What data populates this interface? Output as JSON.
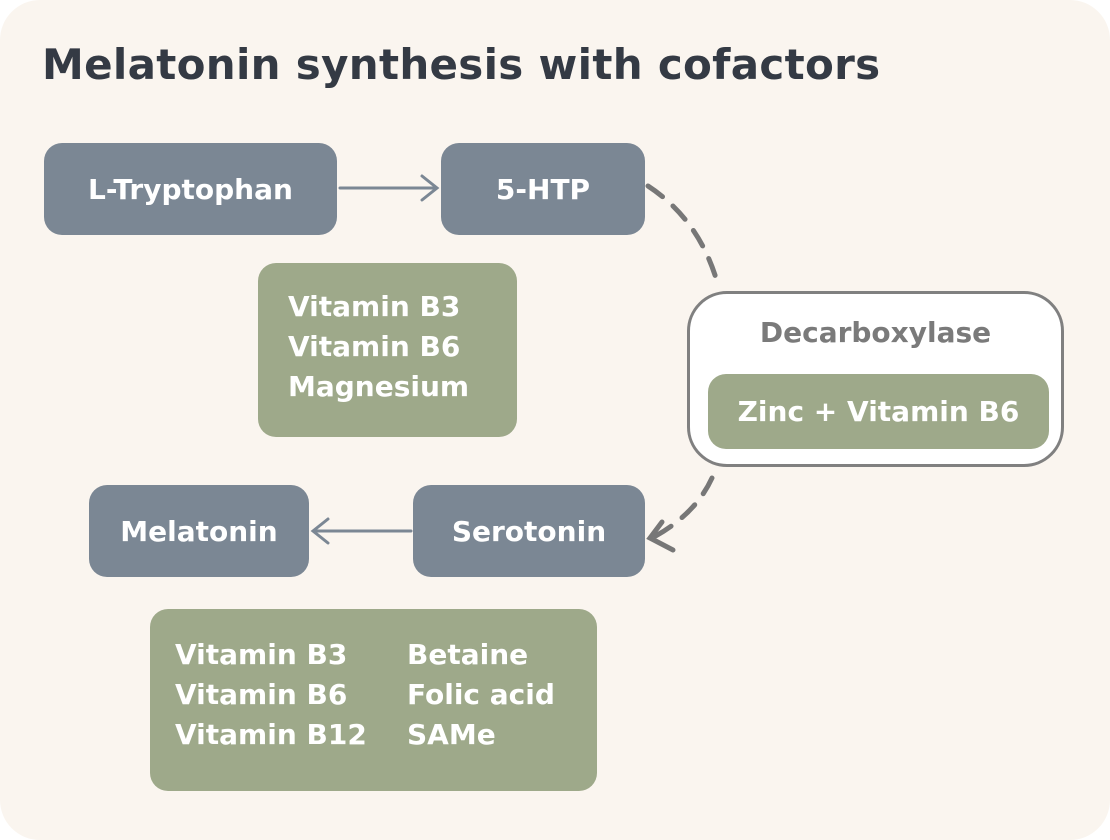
{
  "title": "Melatonin synthesis with cofactors",
  "nodes": {
    "tryptophan": "L-Tryptophan",
    "htp": "5-HTP",
    "serotonin": "Serotonin",
    "melatonin": "Melatonin"
  },
  "cofactors_step1": [
    "Vitamin B3",
    "Vitamin B6",
    "Magnesium"
  ],
  "enzyme": {
    "name": "Decarboxylase",
    "cofactor": "Zinc + Vitamin B6"
  },
  "cofactors_step3": {
    "col1": [
      "Vitamin B3",
      "Vitamin B6",
      "Vitamin B12"
    ],
    "col2": [
      "Betaine",
      "Folic acid",
      "SAMe"
    ]
  },
  "colors": {
    "node": "#7b8794",
    "cofactor": "#9ea98a",
    "background": "#faf5ef",
    "title": "#343a44"
  }
}
